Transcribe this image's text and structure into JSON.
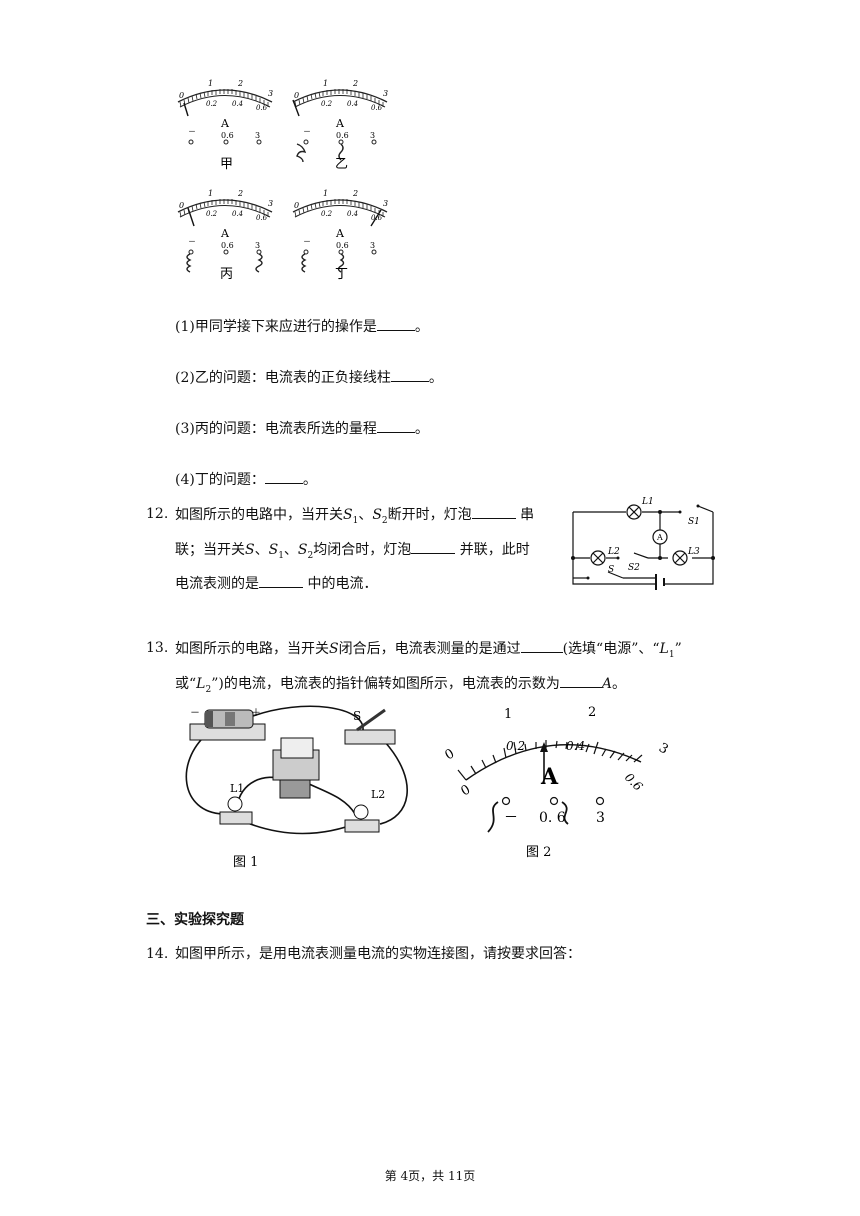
{
  "meters_top": {
    "scale_top": [
      "0",
      "1",
      "2",
      "3"
    ],
    "scale_bottom": [
      "0.2",
      "0.4",
      "0.6"
    ],
    "unit": "A",
    "terminals": [
      "－",
      "0.6",
      "3"
    ],
    "labels": [
      "甲",
      "乙",
      "丙",
      "丁"
    ]
  },
  "q11_parts": [
    {
      "prefix": "(1)甲同学接下来应进行的操作是",
      "suffix": "。"
    },
    {
      "prefix": "(2)乙的问题：电流表的正负接线柱",
      "suffix": "。"
    },
    {
      "prefix": "(3)丙的问题：电流表所选的量程",
      "suffix": "。"
    },
    {
      "prefix": "(4)丁的问题：",
      "suffix": "。"
    }
  ],
  "q12": {
    "number": "12.",
    "line1_a": "如图所示的电路中，当开关",
    "s1": "S",
    "sub1": "1",
    "sep": "、",
    "s2": "S",
    "sub2": "2",
    "line1_b": "断开时，灯泡",
    "line1_c": " 串",
    "line2_a": "联；当开关",
    "s": "S",
    "line2_b": "均闭合时，灯泡",
    "line2_c": " 并联，此时",
    "line3_a": "电流表测的是",
    "line3_b": " 中的电流．",
    "circuit_labels": [
      "L1",
      "S1",
      "A",
      "L2",
      "S2",
      "L3",
      "S"
    ]
  },
  "q13": {
    "number": "13.",
    "line1_a": "如图所示的电路，当开关",
    "s": "S",
    "line1_b": "闭合后，电流表测量的是通过",
    "line1_c": "(选填“电源”、“",
    "l1": "L",
    "sub1": "1",
    "line1_d": "”",
    "line2_a": "或“",
    "l2": "L",
    "sub2": "2",
    "line2_b": "”)的电流，电流表的指针偏转如图所示，电流表的示数为",
    "unit": "A",
    "line2_c": "。",
    "fig1_caption": "图 1",
    "fig2_caption": "图 2",
    "fig1_labels": [
      "S",
      "L1",
      "L2",
      "－",
      "＋"
    ],
    "fig2_scale_top": [
      "0",
      "1",
      "2",
      "3"
    ],
    "fig2_scale_bottom": [
      "0",
      "0.2",
      "0.4",
      "0.6"
    ],
    "fig2_unit": "A",
    "fig2_terminals": [
      "－",
      "0. 6",
      "3"
    ]
  },
  "section3": "三、实验探究题",
  "q14": {
    "number": "14.",
    "text": "如图甲所示，是用电流表测量电流的实物连接图，请按要求回答："
  },
  "footer": "第 4页，共 11页"
}
